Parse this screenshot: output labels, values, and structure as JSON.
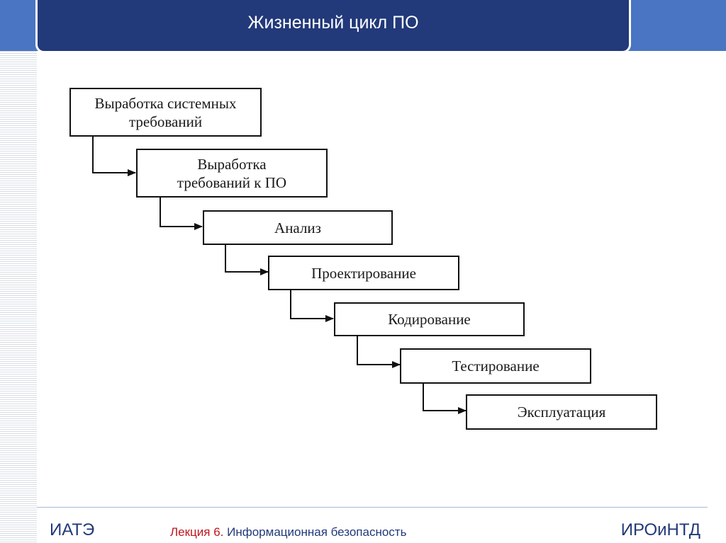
{
  "header": {
    "title": "Жизненный цикл ПО"
  },
  "diagram": {
    "steps": [
      "Выработка системных\nтребований",
      "Выработка\nтребований к ПО",
      "Анализ",
      "Проектирование",
      "Кодирование",
      "Тестирование",
      "Эксплуатация"
    ]
  },
  "footer": {
    "left": "ИАТЭ",
    "lecture_prefix": "Лекция 6.",
    "lecture_title": "Информационная безопасность",
    "right": "ИРОиНТД"
  },
  "colors": {
    "title_bar": "#22397a",
    "top_band": "#4a75c2",
    "footer_text": "#22397a",
    "lecture_accent": "#c0161b"
  }
}
